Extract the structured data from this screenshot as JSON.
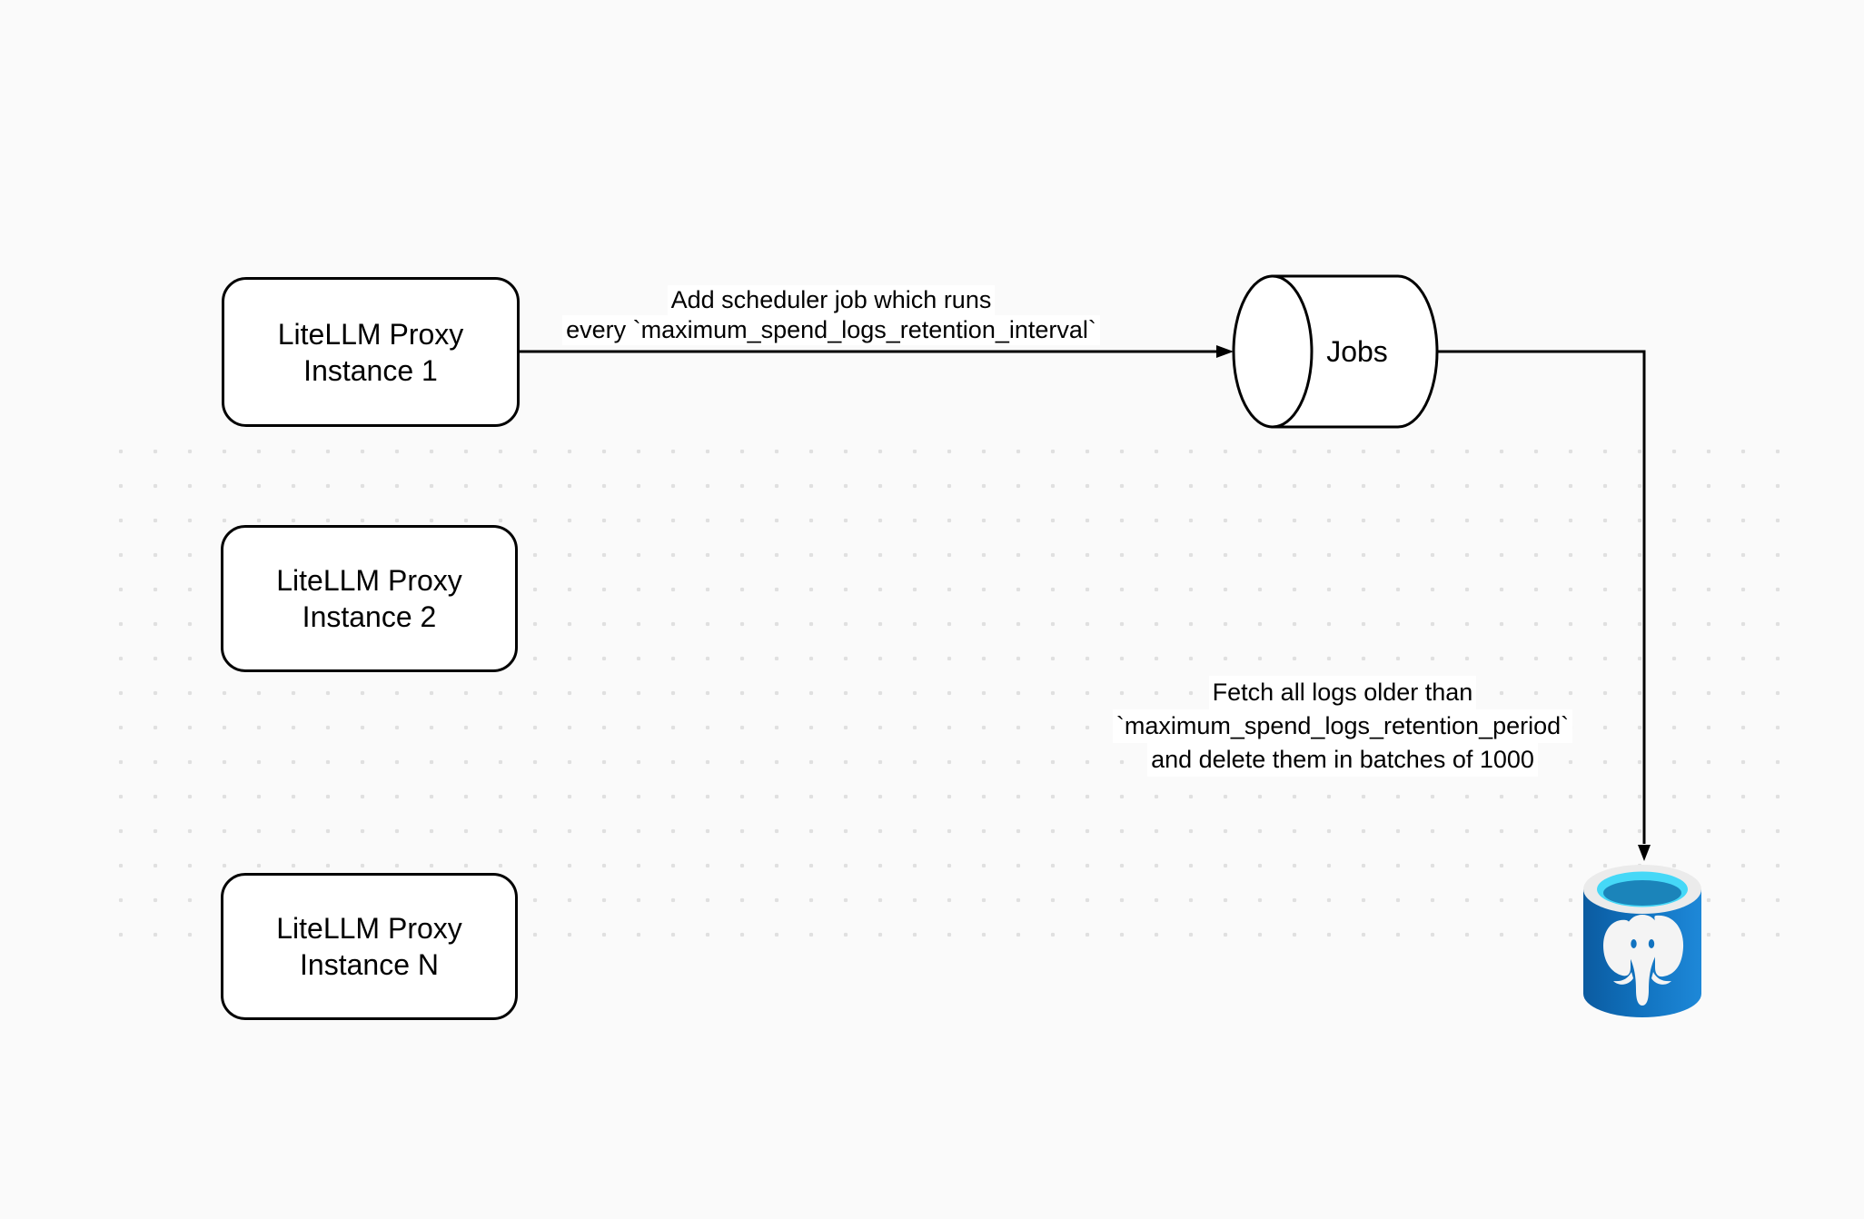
{
  "colors": {
    "canvas_bg": "#fafafa",
    "grid_dot": "#e0e0e0",
    "shape_fill": "#ffffff",
    "shape_stroke": "#000000",
    "pg_body_dark": "#0b5ba0",
    "pg_body_mid": "#1173c0",
    "pg_body_light": "#1e88d8",
    "pg_rim": "#ebebeb",
    "pg_cyan": "#45d8f7",
    "pg_liquid": "#1b84ba",
    "pg_elephant": "#f4f4f4"
  },
  "nodes": {
    "proxy_instances": [
      {
        "line1": "LiteLLM Proxy",
        "line2": "Instance 1"
      },
      {
        "line1": "LiteLLM Proxy",
        "line2": "Instance 2"
      },
      {
        "line1": "LiteLLM Proxy",
        "line2": "Instance N"
      }
    ],
    "jobs_queue": {
      "label": "Jobs"
    },
    "postgres_db": {
      "icon": "postgresql-database-icon"
    }
  },
  "edges": {
    "add_job": {
      "lines": [
        "Add scheduler job which runs",
        "every `maximum_spend_logs_retention_interval`"
      ]
    },
    "cleanup": {
      "lines": [
        "Fetch all logs older than",
        "`maximum_spend_logs_retention_period`",
        "and delete them in batches of 1000"
      ]
    }
  }
}
